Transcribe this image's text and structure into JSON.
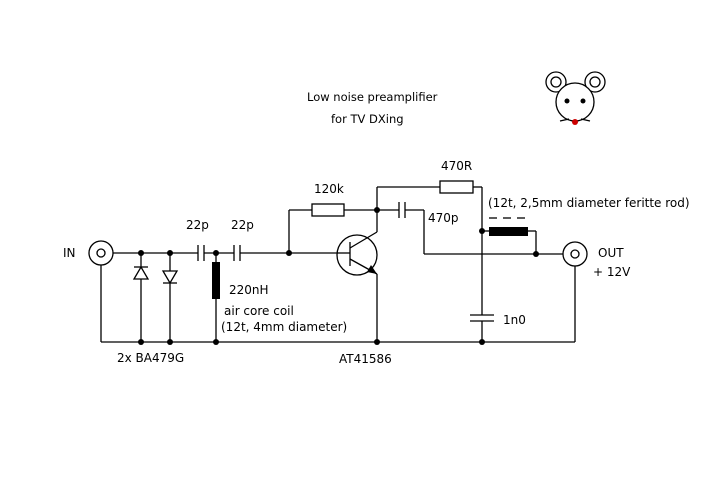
{
  "title": {
    "line1": "Low noise preamplifier",
    "line2": "for TV DXing"
  },
  "labels": {
    "in": "IN",
    "out": "OUT",
    "supply": "+ 12V",
    "diodes": "2x BA479G",
    "transistor": "AT41586",
    "c_input_1": "22p",
    "c_input_2": "22p",
    "coil_value": "220nH",
    "coil_note_1": "air core coil",
    "coil_note_2": "(12t, 4mm diameter)",
    "r_bias": "120k",
    "r_collector": "470R",
    "c_output": "470p",
    "choke_note": "(12t, 2,5mm diameter feritte rod)",
    "c_decouple": "1n0"
  },
  "colors": {
    "wire": "#000000",
    "logo_eye": "#cc0000"
  }
}
